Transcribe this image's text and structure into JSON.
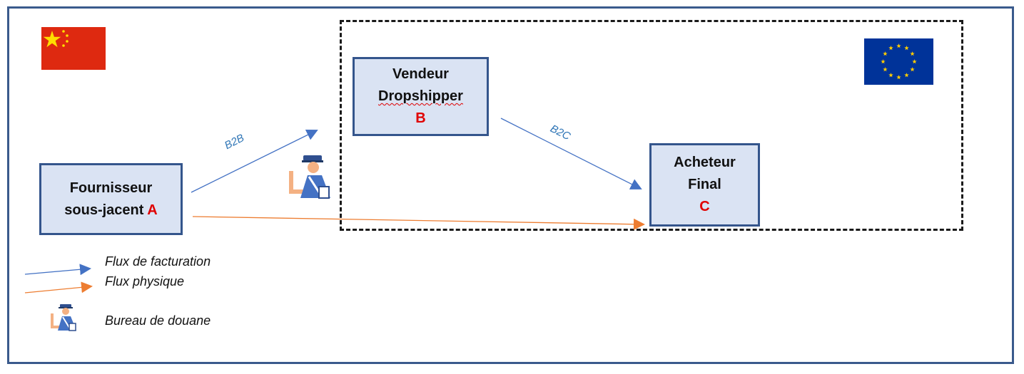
{
  "nodes": {
    "a": {
      "line1": "Fournisseur",
      "line2": "sous-jacent",
      "letter": "A"
    },
    "b": {
      "line1": "Vendeur",
      "line2": "Dropshipper",
      "letter": "B"
    },
    "c": {
      "line1": "Acheteur",
      "line2": "Final",
      "letter": "C"
    }
  },
  "edges": {
    "b2b": "B2B",
    "b2c": "B2C"
  },
  "legend": {
    "billing": "Flux de facturation",
    "physical": "Flux physique",
    "customs": "Bureau de douane"
  },
  "colors": {
    "billing_arrow": "#4472c4",
    "physical_arrow": "#ed7d31",
    "box_fill": "#dae3f3",
    "letter": "#e00000"
  },
  "icons": {
    "left_flag": "china-flag-icon",
    "right_flag": "eu-flag-icon",
    "customs": "customs-officer-icon"
  }
}
